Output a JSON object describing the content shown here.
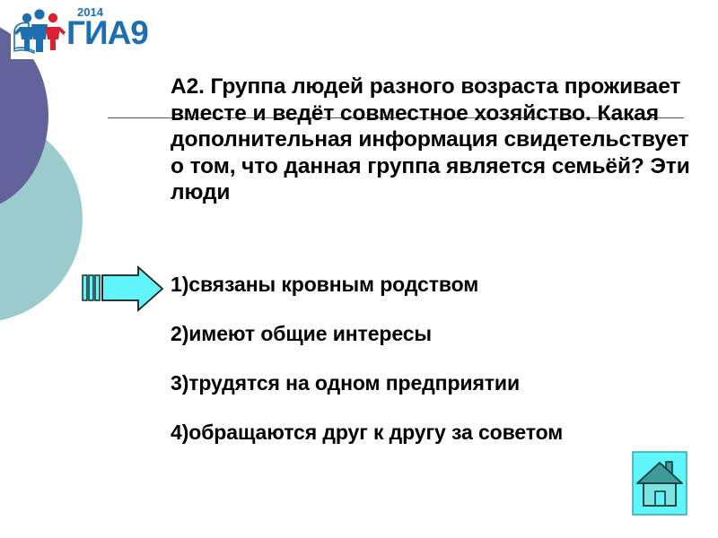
{
  "slide": {
    "background_color": "#FFFFFF",
    "deco": {
      "purple_circle_color": "#63639C",
      "teal_circle_color": "#9CCBCE",
      "rule_color": "#595959"
    }
  },
  "logo": {
    "wordmark": "ГИА9",
    "year": "2014",
    "brand_color": "#1E6FB0",
    "figure_colors": [
      "#1E6FB0",
      "#1E6FB0",
      "#D92231"
    ],
    "icon_name": "gia9-logo"
  },
  "question": {
    "text": "A2. Группа людей разного возраста проживает вместе и ведёт совместное хозяйство. Какая дополнительная информация свидетельствует о том, что данная группа является семьёй? Эти люди",
    "number_label": "A2."
  },
  "options": [
    {
      "label": "1)связаны кровным родством"
    },
    {
      "label": "2)имеют общие интересы"
    },
    {
      "label": "3)трудятся на одном предприятии"
    },
    {
      "label": "4)обращаются друг к другу за советом"
    }
  ],
  "arrow": {
    "icon_name": "striped-right-arrow-icon",
    "fill_color": "#5FF5FA",
    "stripe_color": "#2E9FA3",
    "outline_color": "#1A1A1A"
  },
  "house": {
    "icon_name": "house-icon",
    "background_color": "#5FF5FA",
    "roof_color": "#3E9B9B",
    "wall_color": "#7FE3E3",
    "outline_color": "#1A3A3A"
  }
}
